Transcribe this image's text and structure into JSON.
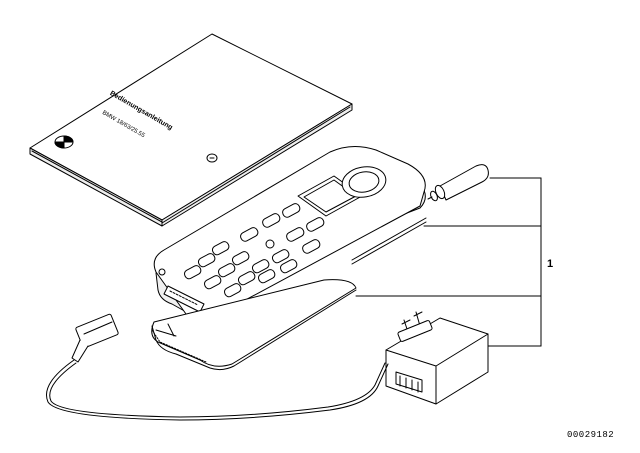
{
  "diagram": {
    "callout_label": "1",
    "document_id": "00029182",
    "manual_title": "Bedienungsanleitung",
    "manual_subtitle": "BMW 18/63/25.55"
  },
  "colors": {
    "line": "#000000",
    "background": "#ffffff",
    "shade": "#d9d9d9"
  },
  "parts": [
    {
      "name": "operating-manual",
      "icon": "booklet"
    },
    {
      "name": "handset",
      "icon": "mobile-phone"
    },
    {
      "name": "antenna",
      "icon": "rod-antenna"
    },
    {
      "name": "battery-pack",
      "icon": "battery"
    },
    {
      "name": "charger",
      "icon": "power-adapter"
    },
    {
      "name": "charging-cable",
      "icon": "cable-connector"
    }
  ]
}
